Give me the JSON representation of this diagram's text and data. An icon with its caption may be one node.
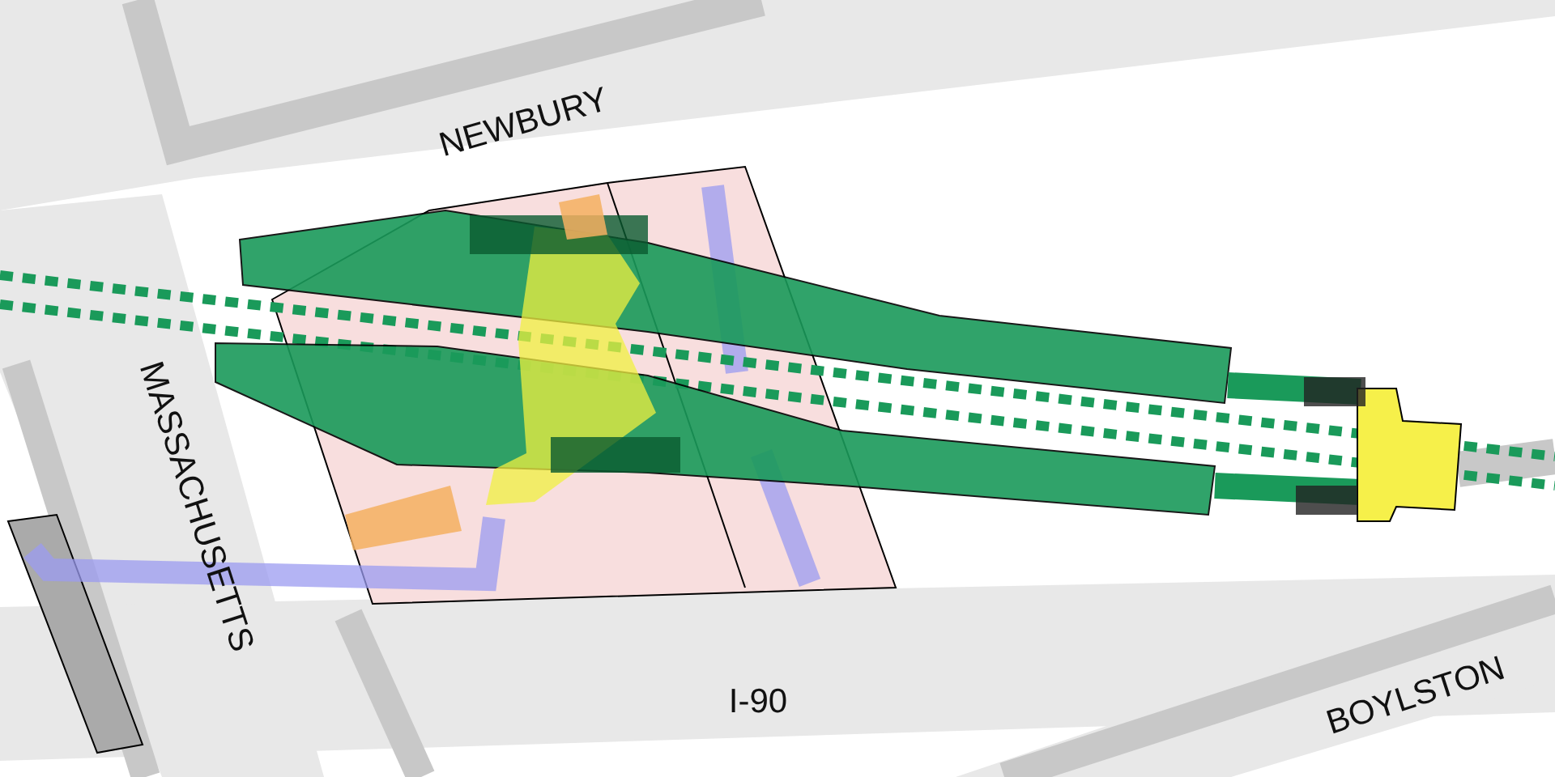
{
  "diagram": {
    "labels": [
      "NEWBURY",
      "MASSACHUSETTS",
      "I-90",
      "BOYLSTON"
    ]
  }
}
